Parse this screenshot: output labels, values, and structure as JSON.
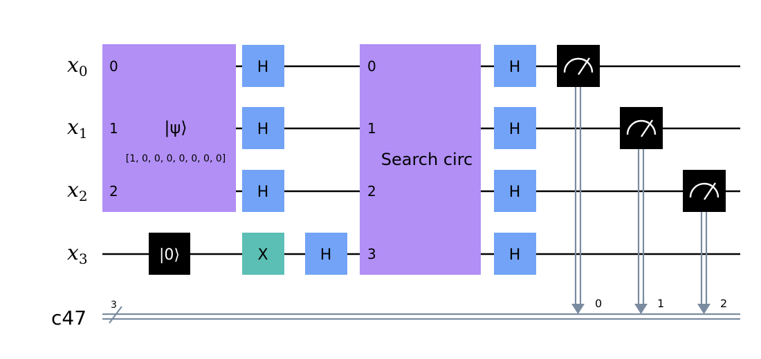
{
  "registers": {
    "q0": {
      "name": "x",
      "sub": "0"
    },
    "q1": {
      "name": "x",
      "sub": "1"
    },
    "q2": {
      "name": "x",
      "sub": "2"
    },
    "q3": {
      "name": "x",
      "sub": "3"
    },
    "c": {
      "name": "c47",
      "width": "3"
    }
  },
  "gates": {
    "init": {
      "label": "|ψ⟩",
      "params": "[1, 0, 0, 0, 0, 0, 0, 0]",
      "inputs": [
        "0",
        "1",
        "2"
      ]
    },
    "reset": {
      "label": "|0⟩"
    },
    "h": "H",
    "x": "X",
    "search": {
      "label": "Search circ",
      "inputs": [
        "0",
        "1",
        "2",
        "3"
      ]
    }
  },
  "measure_targets": [
    "0",
    "1",
    "2"
  ],
  "colors": {
    "multi_gate": "#b18ff5",
    "h_gate": "#72a3f7",
    "x_gate": "#5bbfb5",
    "measure": "#000000",
    "classical_wire": "#7a8ba0"
  }
}
